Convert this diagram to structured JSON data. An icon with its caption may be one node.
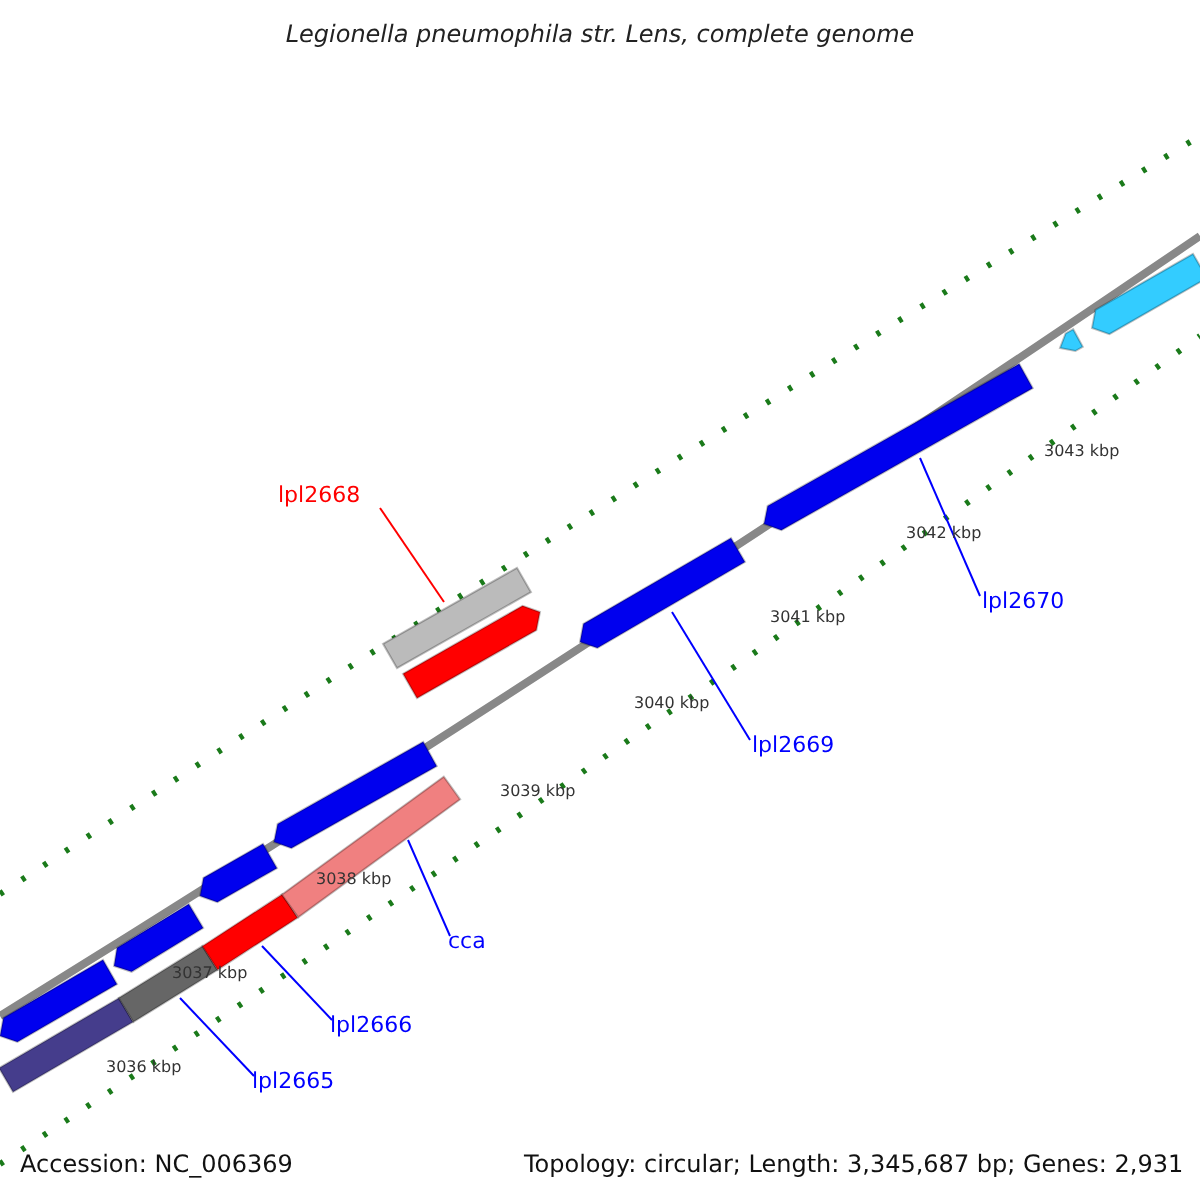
{
  "diagram": {
    "title": "Legionella pneumophila str. Lens, complete genome",
    "nodes": [
      {
        "text": [
          "lpl2668"
        ]
      },
      {
        "text": [
          "lpl2670"
        ]
      },
      {
        "text": [
          "lpl2669"
        ]
      },
      {
        "text": [
          "cca"
        ]
      },
      {
        "text": [
          "lpl2666"
        ]
      },
      {
        "text": [
          "lpl2665"
        ]
      },
      {
        "text": [],
        "shape": "bar"
      },
      {
        "text": [],
        "shape": "bar"
      },
      {
        "text": [],
        "shape": "bar"
      },
      {
        "text": [],
        "shape": "bar"
      },
      {
        "text": [],
        "shape": "arrow"
      },
      {
        "text": [],
        "shape": "arrow"
      },
      {
        "text": [],
        "shape": "arrow"
      },
      {
        "text": [],
        "shape": "arrow"
      },
      {
        "text": [],
        "shape": "bar"
      },
      {
        "text": [],
        "shape": "arrow"
      },
      {
        "text": [],
        "shape": "arrow"
      },
      {
        "text": [],
        "shape": "arrow"
      },
      {
        "text": [],
        "shape": "arrow"
      },
      {
        "text": [],
        "shape": "arrow"
      }
    ],
    "edges": [
      {
        "from": 0,
        "to": 14,
        "arrow": "none",
        "color": "#ff0000"
      },
      {
        "from": 1,
        "to": 17,
        "arrow": "none"
      },
      {
        "from": 2,
        "to": 16,
        "arrow": "none"
      },
      {
        "from": 3,
        "to": 9,
        "arrow": "none"
      },
      {
        "from": 4,
        "to": 8,
        "arrow": "none"
      },
      {
        "from": 5,
        "to": 7,
        "arrow": "none"
      }
    ],
    "labels": [
      "3043 kbp",
      "3042 kbp",
      "3041 kbp",
      "3040 kbp",
      "3039 kbp",
      "3038 kbp",
      "3037 kbp",
      "3036 kbp",
      "Accession: NC_006369",
      "Topology: circular; Length: 3,345,687 bp; Genes: 2,931"
    ]
  }
}
